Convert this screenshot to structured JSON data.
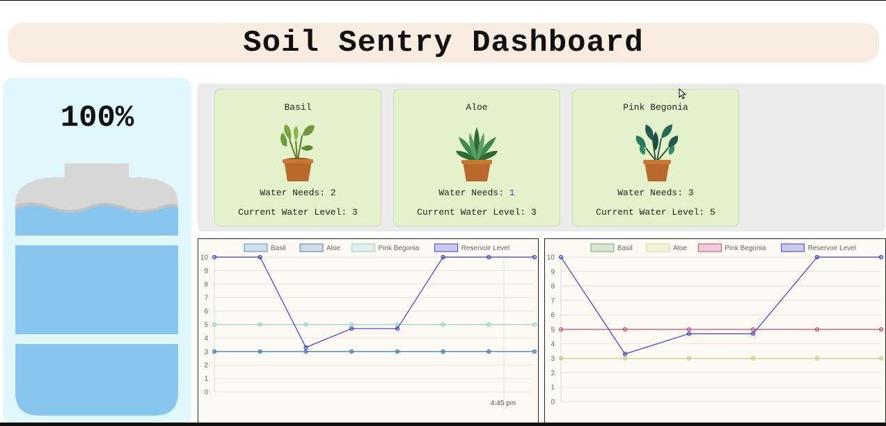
{
  "header": {
    "title": "Soil Sentry Dashboard"
  },
  "reservoir": {
    "percent_label": "100%",
    "fill_fraction": 1.0,
    "water_color": "#88c6ef",
    "cap_color": "#d7d7d7"
  },
  "plants": [
    {
      "name": "Basil",
      "needs_label": "Water Needs: ",
      "needs": "2",
      "level_label": "Current Water Level: ",
      "level": "3",
      "icon": "plant-pot-icon"
    },
    {
      "name": "Aloe",
      "needs_label": "Water Needs: ",
      "needs": "1",
      "level_label": "Current Water Level: ",
      "level": "3",
      "icon": "aloe-pot-icon"
    },
    {
      "name": "Pink Begonia",
      "needs_label": "Water Needs: ",
      "needs": "3",
      "level_label": "Current Water Level: ",
      "level": "5",
      "icon": "begonia-pot-icon"
    }
  ],
  "chart_data": [
    {
      "type": "line",
      "x": [
        1,
        2,
        3,
        4,
        5,
        6,
        7,
        8
      ],
      "x_tick_label": "4:45 pm",
      "ylim": [
        0,
        10
      ],
      "yticks": [
        "0",
        "1",
        "2",
        "3",
        "4",
        "5",
        "6",
        "7",
        "8",
        "9",
        "10"
      ],
      "legend_position": "top",
      "series": [
        {
          "name": "Basil",
          "color": "#4a90c8",
          "values": [
            3,
            3,
            3,
            3,
            3,
            3,
            3,
            3
          ]
        },
        {
          "name": "Aloe",
          "color": "#4a7fb0",
          "values": [
            3,
            3,
            3,
            3,
            3,
            3,
            3,
            3
          ]
        },
        {
          "name": "Pink Begonia",
          "color": "#8ed1c8",
          "values": [
            5,
            5,
            5,
            5,
            5,
            5,
            5,
            5
          ]
        },
        {
          "name": "Reservoir Level",
          "color": "#3b3bd1",
          "values": [
            10,
            10,
            3.3,
            4.7,
            4.7,
            10,
            10,
            10
          ]
        }
      ]
    },
    {
      "type": "line",
      "x": [
        1,
        2,
        3,
        4,
        5,
        6
      ],
      "ylim": [
        0,
        10
      ],
      "yticks": [
        "0",
        "1",
        "2",
        "3",
        "4",
        "5",
        "6",
        "7",
        "8",
        "9",
        "10"
      ],
      "legend_position": "top",
      "series": [
        {
          "name": "Basil",
          "color": "#6ba86b",
          "values": [
            3,
            3,
            3,
            3,
            3,
            3
          ]
        },
        {
          "name": "Aloe",
          "color": "#d8d68a",
          "values": [
            3,
            3,
            3,
            3,
            3,
            3
          ]
        },
        {
          "name": "Pink Begonia",
          "color": "#c24a7a",
          "values": [
            5,
            5,
            5,
            5,
            5,
            5
          ]
        },
        {
          "name": "Reservoir Level",
          "color": "#3b3bd1",
          "values": [
            10,
            3.3,
            4.7,
            4.7,
            10,
            10
          ]
        }
      ]
    }
  ]
}
